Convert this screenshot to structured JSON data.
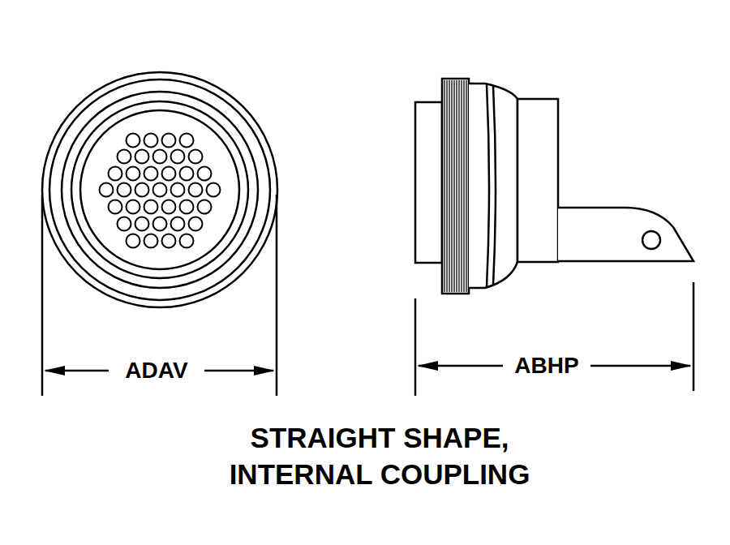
{
  "diagram": {
    "caption": "STRAIGHT SHAPE, INTERNAL COUPLING",
    "labels": [
      "ADAV",
      "ABHP"
    ]
  }
}
